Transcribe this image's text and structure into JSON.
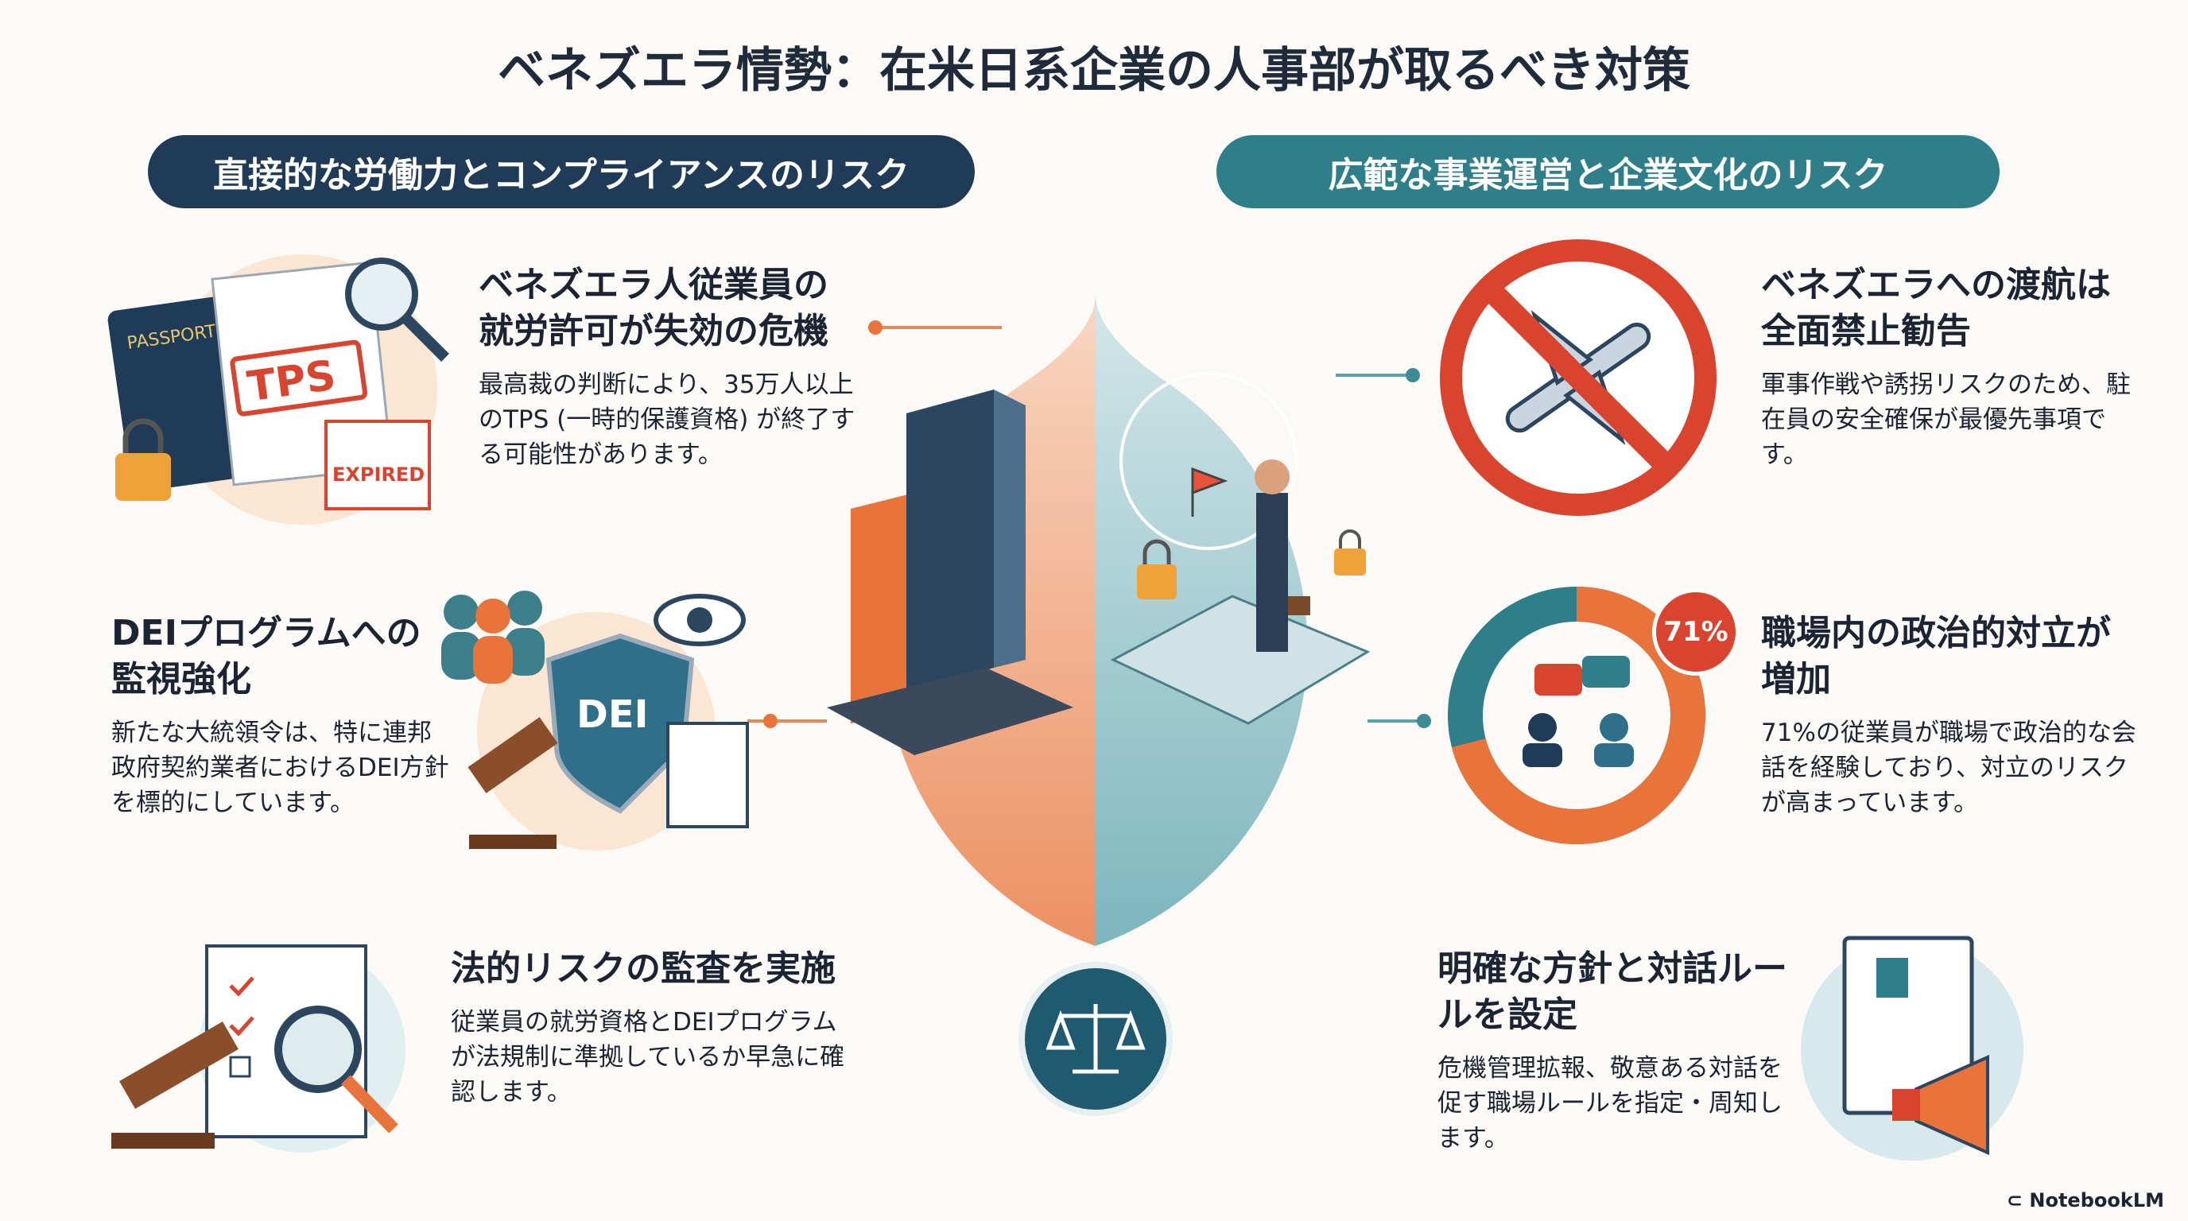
{
  "title": "ベネズエラ情勢：在米日系企業の人事部が取るべき対策",
  "left_header": "直接的な労働力とコンプライアンスのリスク",
  "right_header": "広範な事業運営と企業文化のリスク",
  "left": [
    {
      "heading": "ベネズエラ人従業員の就労許可が失効の危機",
      "body": "最高裁の判断により、35万人以上のTPS (一時的保護資格) が終了する可能性があります。",
      "labels": {
        "passport": "PASSPORT",
        "tps": "TPS",
        "expired": "EXPIRED"
      }
    },
    {
      "heading": "DEIプログラムへの監視強化",
      "body": "新たな大統領令は、特に連邦政府契約業者におけるDEI方針を標的にしています。",
      "labels": {
        "shield": "DEI"
      }
    },
    {
      "heading": "法的リスクの監査を実施",
      "body": "従業員の就労資格とDEIプログラムが法規制に準拠しているか早急に確認します。"
    }
  ],
  "right": [
    {
      "heading": "ベネズエラへの渡航は全面禁止勧告",
      "body": "軍事作戦や誘拐リスクのため、駐在員の安全確保が最優先事項です。"
    },
    {
      "heading": "職場内の政治的対立が増加",
      "body": "71%の従業員が職場で政治的な会話を経験しており、対立のリスクが高まっています。",
      "badge": "71%",
      "donut_percent": 71
    },
    {
      "heading": "明確な方針と対話ルールを設定",
      "body": "危機管理拡報、敬意ある対話を促す職場ルールを指定・周知します。"
    }
  ],
  "watermark": "NotebookLM",
  "colors": {
    "navy": "#1f3b57",
    "teal": "#2f7f8a",
    "orange": "#e8743b",
    "red": "#d9442f"
  }
}
